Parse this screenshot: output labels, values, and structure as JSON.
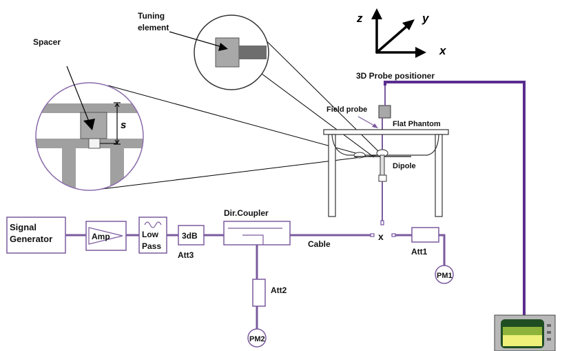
{
  "labels": {
    "spacer": "Spacer",
    "tuning_element_line1": "Tuning",
    "tuning_element_line2": "element",
    "probe_positioner": "3D Probe positioner",
    "field_probe": "Field probe",
    "flat_phantom": "Flat Phantom",
    "dipole": "Dipole",
    "spacing": "s",
    "signal_generator_line1": "Signal",
    "signal_generator_line2": "Generator",
    "amp": "Amp",
    "low_pass_line1": "Low",
    "low_pass_line2": "Pass",
    "attenuator_3db": "3dB",
    "att3": "Att3",
    "dir_coupler": "Dir.Coupler",
    "cable": "Cable",
    "junction": "x",
    "att1": "Att1",
    "att2": "Att2",
    "pm1": "PM1",
    "pm2": "PM2"
  },
  "axes": {
    "z": "z",
    "y": "y",
    "x": "x"
  },
  "colors": {
    "cable": "#7a5a9e",
    "probe_cable": "#5a2d8f",
    "outline": "#333333",
    "detail_fill": "#a0a0a0",
    "monitor_top": "#1f4d22",
    "monitor_mid": "#8db33a",
    "monitor_bottom": "#eef07a"
  }
}
